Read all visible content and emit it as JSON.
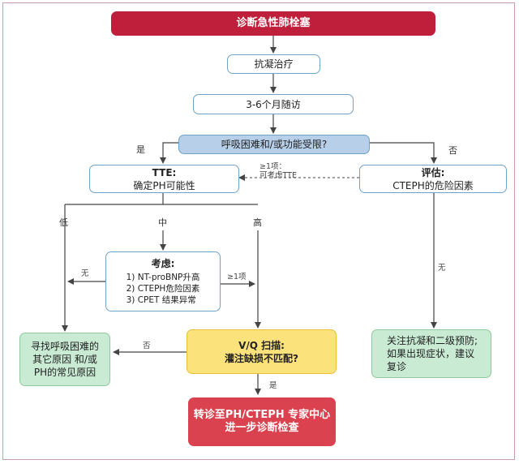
{
  "nodes": {
    "title": "诊断急性肺栓塞",
    "anticoag": "抗凝治疗",
    "followup": "3-6个月随访",
    "question": "呼吸困难和/或功能受限?",
    "tte": {
      "line1": "TTE:",
      "line2": "确定PH可能性"
    },
    "assess": {
      "line1": "评估:",
      "line2": "CTEPH的危险因素"
    },
    "consider": {
      "title": "考虑:",
      "items": [
        "1) NT-proBNP升高",
        "2) CTEPH危险因素",
        "3) CPET 结果异常"
      ]
    },
    "other_causes": {
      "line1": "寻找呼吸困难的",
      "line2": "其它原因 和/或",
      "line3": "PH的常见原因"
    },
    "vq": {
      "line1": "V/Q 扫描:",
      "line2": "灌注缺损不匹配?"
    },
    "advice": {
      "line1": "关注抗凝和二级预防;",
      "line2": "如果出现症状，建议",
      "line3": "复诊"
    },
    "referral": {
      "line1": "转诊至PH/CTEPH 专家中心",
      "line2": "进一步诊断检查"
    }
  },
  "labels": {
    "yes_left": "是",
    "no_right": "否",
    "ge1_top": "≥1项：",
    "consider_tte": "可考虑TTE",
    "low": "低",
    "mid": "中",
    "high": "高",
    "none_left": "无",
    "ge1_item": "≥1项",
    "none_right": "无",
    "no_vq": "否",
    "yes_vq": "是"
  },
  "colors": {
    "title_red": "#bf1f3a",
    "referral_red": "#d9424e",
    "question_blue": "#b7cfe8",
    "box_border_blue": "#6fa3c8",
    "vq_yellow": "#fbe27b",
    "green_box": "#c9ebd3",
    "line": "#444444"
  }
}
